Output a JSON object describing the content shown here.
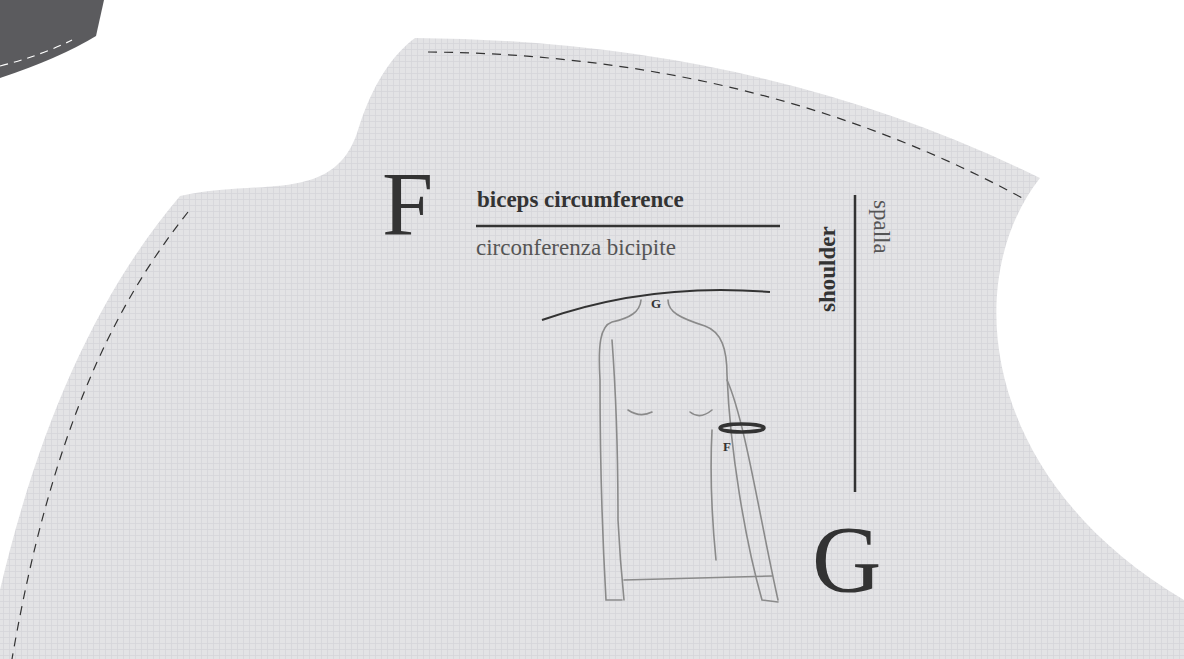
{
  "diagram": {
    "labels": [
      "F",
      "biceps circumference",
      "circonferenza bicipite",
      "shoulder",
      "spalla",
      "G",
      "F",
      "G"
    ]
  }
}
